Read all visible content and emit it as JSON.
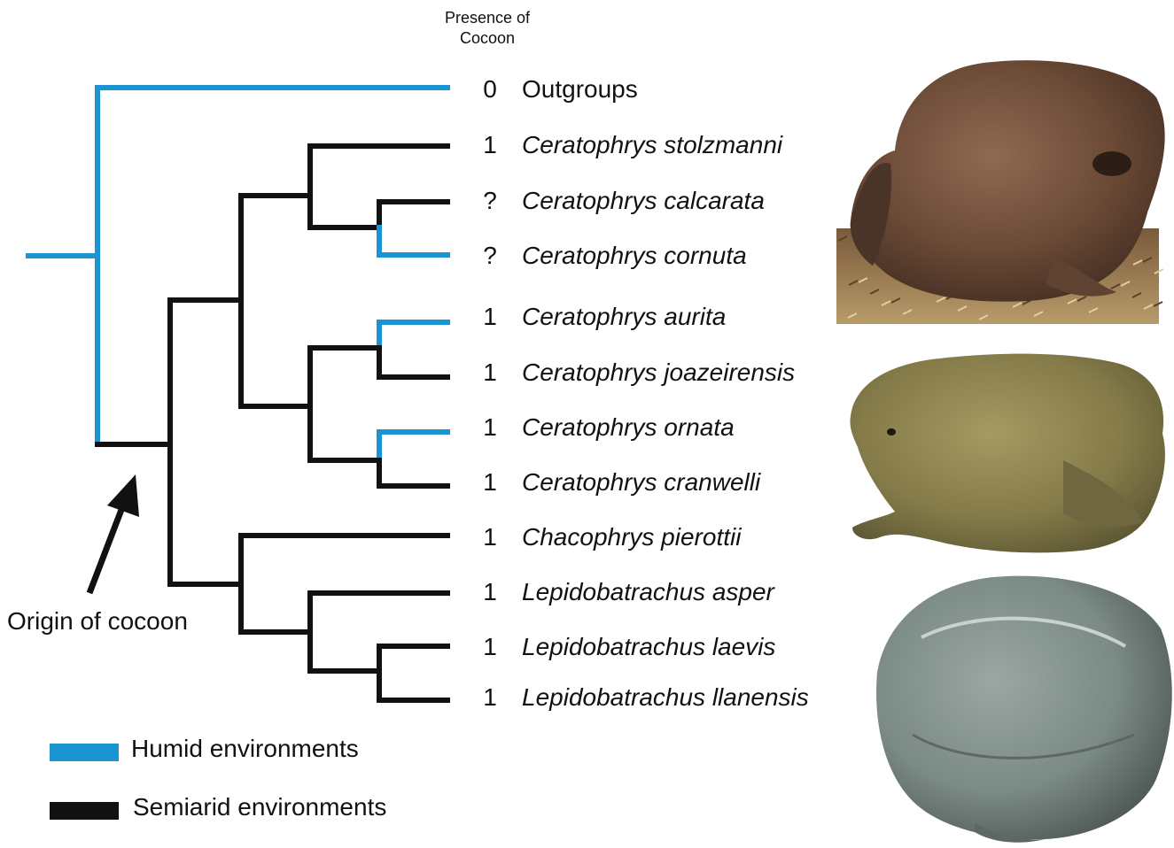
{
  "colors": {
    "humid": "#1b94d2",
    "semiarid": "#111111"
  },
  "header": {
    "presence_line1": "Presence of",
    "presence_line2": "Cocoon"
  },
  "taxa": [
    {
      "name": "Outgroups",
      "score": "0",
      "italic": false
    },
    {
      "name": "Ceratophrys stolzmanni",
      "score": "1",
      "italic": true
    },
    {
      "name": "Ceratophrys calcarata",
      "score": "?",
      "italic": true
    },
    {
      "name": "Ceratophrys cornuta",
      "score": "?",
      "italic": true
    },
    {
      "name": "Ceratophrys aurita",
      "score": "1",
      "italic": true
    },
    {
      "name": "Ceratophrys joazeirensis",
      "score": "1",
      "italic": true
    },
    {
      "name": "Ceratophrys ornata",
      "score": "1",
      "italic": true
    },
    {
      "name": "Ceratophrys cranwelli",
      "score": "1",
      "italic": true
    },
    {
      "name": "Chacophrys pierottii",
      "score": "1",
      "italic": true
    },
    {
      "name": "Lepidobatrachus asper",
      "score": "1",
      "italic": true
    },
    {
      "name": "Lepidobatrachus laevis",
      "score": "1",
      "italic": true
    },
    {
      "name": "Lepidobatrachus llanensis",
      "score": "1",
      "italic": true
    }
  ],
  "annotation": {
    "origin_label": "Origin of cocoon"
  },
  "legend": {
    "humid_label": "Humid environments",
    "semiarid_label": "Semiarid environments"
  },
  "photos": [
    {
      "icon": "frog-photo-brown"
    },
    {
      "icon": "frog-photo-olive"
    },
    {
      "icon": "frog-photo-grey-cocoon"
    }
  ]
}
